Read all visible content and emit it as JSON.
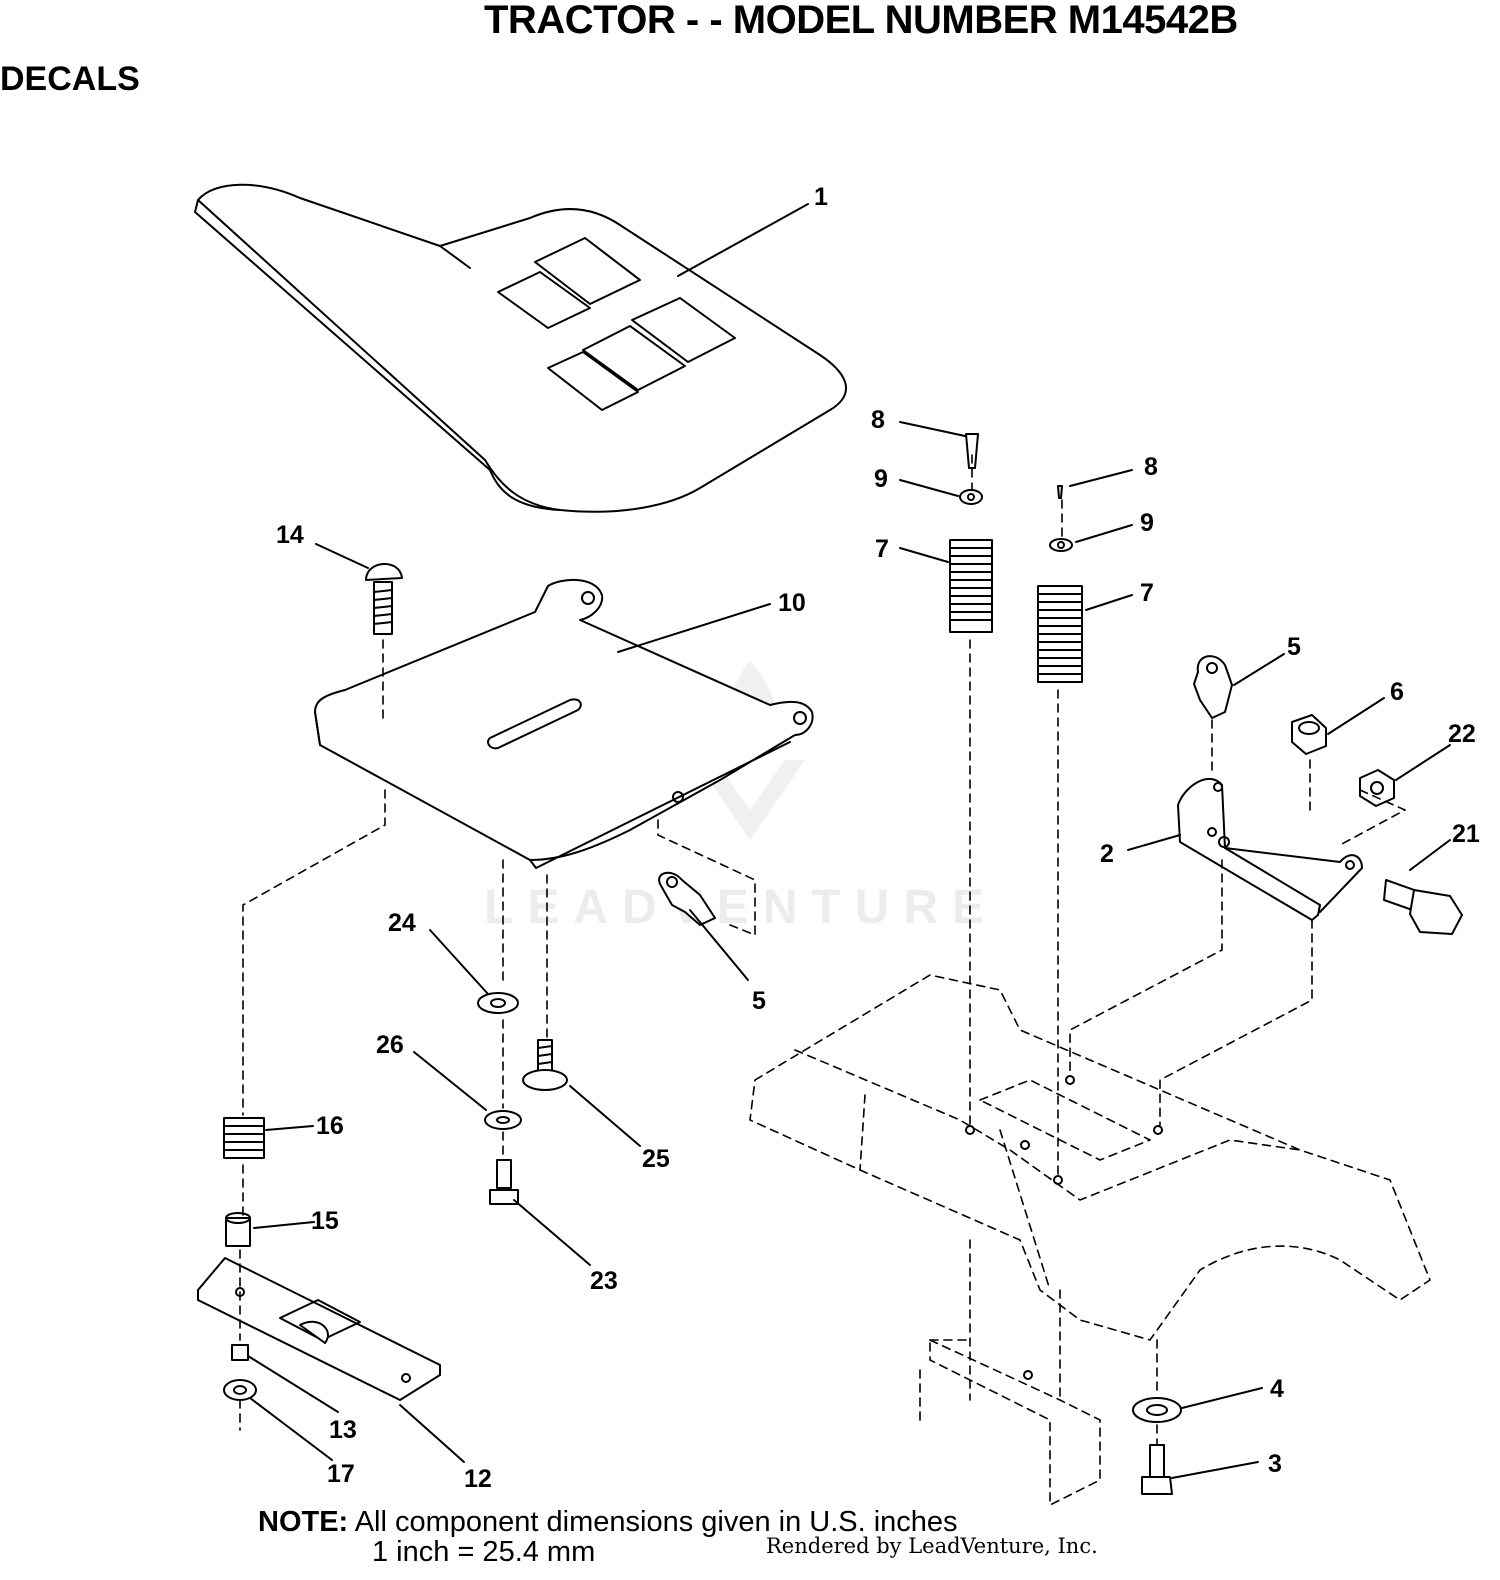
{
  "header": {
    "title": "TRACTOR - - MODEL NUMBER M14542B",
    "section": "DECALS"
  },
  "callouts": [
    "1",
    "8",
    "9",
    "8",
    "7",
    "9",
    "7",
    "14",
    "10",
    "5",
    "6",
    "22",
    "2",
    "21",
    "24",
    "5",
    "26",
    "25",
    "16",
    "15",
    "23",
    "13",
    "17",
    "12",
    "4",
    "3"
  ],
  "note": {
    "label": "NOTE:",
    "line1": "All component dimensions given in U.S. inches",
    "line2": "1 inch = 25.4 mm"
  },
  "footer": "Rendered by LeadVenture, Inc.",
  "watermark": "LEADVENTURE"
}
